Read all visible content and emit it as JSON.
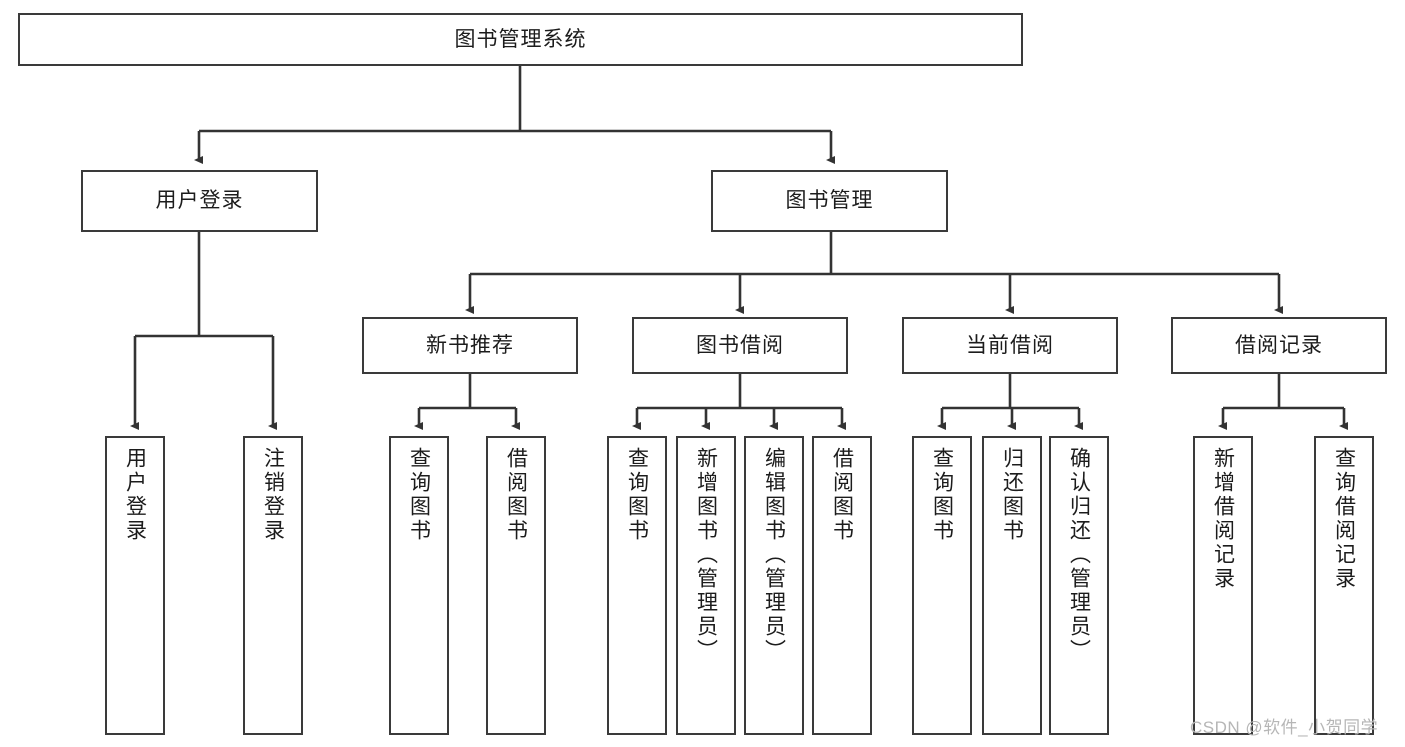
{
  "diagram": {
    "type": "tree-hierarchy",
    "title": "图书管理系统",
    "watermark": "CSDN @软件_小贺同学",
    "colors": {
      "box_border": "#3a3a3a",
      "box_fill": "#ffffff",
      "connector": "#333333",
      "text": "#1c1c1c",
      "watermark": "#b6b6b6"
    },
    "levels": {
      "root": {
        "label": "图书管理系统"
      },
      "level2": [
        {
          "label": "用户登录"
        },
        {
          "label": "图书管理"
        }
      ],
      "level3": [
        {
          "label": "新书推荐"
        },
        {
          "label": "图书借阅"
        },
        {
          "label": "当前借阅"
        },
        {
          "label": "借阅记录"
        }
      ],
      "leaves": {
        "user_login": [
          {
            "label": "用户登录"
          },
          {
            "label": "注销登录"
          }
        ],
        "new_book_recommend": [
          {
            "label": "查询图书"
          },
          {
            "label": "借阅图书"
          }
        ],
        "book_borrow": [
          {
            "label": "查询图书"
          },
          {
            "label": "新增图书（管理员）"
          },
          {
            "label": "编辑图书（管理员）"
          },
          {
            "label": "借阅图书"
          }
        ],
        "current_borrow": [
          {
            "label": "查询图书"
          },
          {
            "label": "归还图书"
          },
          {
            "label": "确认归还（管理员）"
          }
        ],
        "borrow_record": [
          {
            "label": "新增借阅记录"
          },
          {
            "label": "查询借阅记录"
          }
        ]
      }
    }
  }
}
